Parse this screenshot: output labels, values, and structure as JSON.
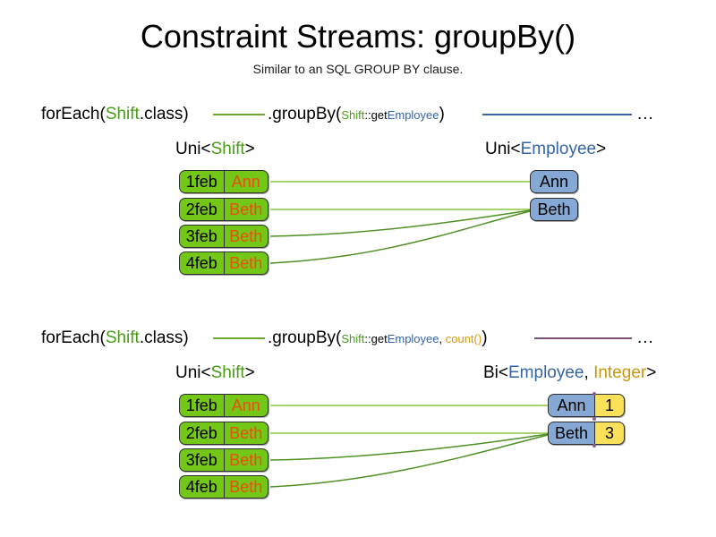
{
  "header": {
    "title": "Constraint Streams: groupBy()",
    "subtitle": "Similar to an SQL GROUP BY clause."
  },
  "colors": {
    "shift_green": "#73c717",
    "shift_name_orange": "#e8500f",
    "employee_blue": "#85a9d4",
    "count_yellow": "#fbe05a",
    "token_shift": "#4a9b18",
    "token_employee": "#3465a4",
    "token_integer": "#c8960c",
    "token_count": "#d99a0b",
    "rule_green": "#6aa832",
    "rule_blue": "#3465a4",
    "rule_purple": "#7b4f7b",
    "box_border": "#2f2f2f"
  },
  "sections": [
    {
      "id": "groupby-single",
      "code": {
        "for_each_prefix": "forEach(",
        "for_each_type": "Shift",
        "for_each_suffix": ".class)",
        "group_by_prefix": ".groupBy(",
        "arg_class": "Shift",
        "arg_sep": "::get",
        "arg_property": "Employee",
        "group_by_suffix": ")",
        "ellipsis": "..."
      },
      "left_label": {
        "prefix": "Uni<",
        "type": "Shift",
        "suffix": ">"
      },
      "right_label": {
        "prefix": "Uni<",
        "type": "Employee",
        "suffix": ">"
      },
      "shifts": [
        {
          "date": "1feb",
          "employee": "Ann"
        },
        {
          "date": "2feb",
          "employee": "Beth"
        },
        {
          "date": "3feb",
          "employee": "Beth"
        },
        {
          "date": "4feb",
          "employee": "Beth"
        }
      ],
      "employees": [
        {
          "name": "Ann"
        },
        {
          "name": "Beth"
        }
      ]
    },
    {
      "id": "groupby-count",
      "code": {
        "for_each_prefix": "forEach(",
        "for_each_type": "Shift",
        "for_each_suffix": ".class)",
        "group_by_prefix": ".groupBy(",
        "arg_class": "Shift",
        "arg_sep": "::get",
        "arg_property": "Employee",
        "arg_comma": ", ",
        "arg_collector": "count()",
        "group_by_suffix": ")",
        "ellipsis": "..."
      },
      "left_label": {
        "prefix": "Uni<",
        "type": "Shift",
        "suffix": ">"
      },
      "right_label": {
        "prefix": "Bi<",
        "type": "Employee",
        "comma": ", ",
        "type2": "Integer",
        "suffix": ">"
      },
      "shifts": [
        {
          "date": "1feb",
          "employee": "Ann"
        },
        {
          "date": "2feb",
          "employee": "Beth"
        },
        {
          "date": "3feb",
          "employee": "Beth"
        },
        {
          "date": "4feb",
          "employee": "Beth"
        }
      ],
      "employees": [
        {
          "name": "Ann",
          "count": "1"
        },
        {
          "name": "Beth",
          "count": "3"
        }
      ]
    }
  ]
}
